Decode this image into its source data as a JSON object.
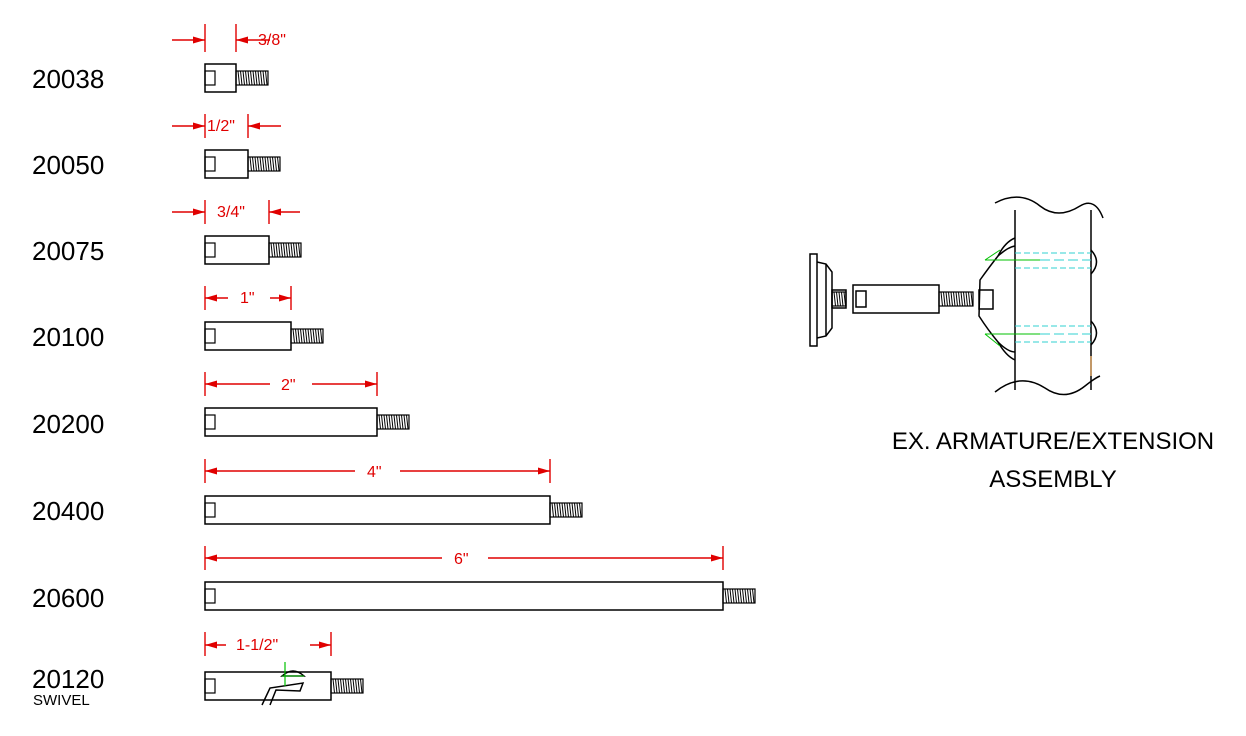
{
  "parts": [
    {
      "id": "20038",
      "dimension": "3/8\"",
      "sub": ""
    },
    {
      "id": "20050",
      "dimension": "1/2\"",
      "sub": ""
    },
    {
      "id": "20075",
      "dimension": "3/4\"",
      "sub": ""
    },
    {
      "id": "20100",
      "dimension": "1\"",
      "sub": ""
    },
    {
      "id": "20200",
      "dimension": "2\"",
      "sub": ""
    },
    {
      "id": "20400",
      "dimension": "4\"",
      "sub": ""
    },
    {
      "id": "20600",
      "dimension": "6\"",
      "sub": ""
    },
    {
      "id": "20120",
      "dimension": "1-1/2\"",
      "sub": "SWIVEL"
    }
  ],
  "assembly": {
    "caption_line1": "EX. ARMATURE/EXTENSION",
    "caption_line2": "ASSEMBLY"
  },
  "colors": {
    "dimension": "#e00000",
    "linework": "#000000",
    "center_line": "#00c000",
    "hidden_line": "#30d0d0"
  }
}
